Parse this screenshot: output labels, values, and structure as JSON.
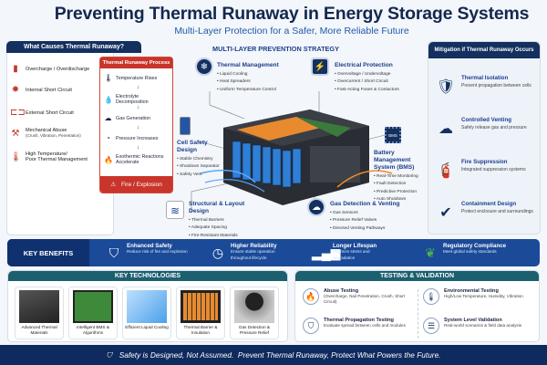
{
  "header": {
    "title": "Preventing Thermal Runaway in Energy Storage Systems",
    "subtitle": "Multi-Layer Protection for a Safer, More Reliable Future"
  },
  "causes": {
    "title": "What Causes Thermal Runaway?",
    "items": [
      {
        "label": "Overcharge / Overdischarge",
        "sub": "",
        "icon": "battery-bolt-icon"
      },
      {
        "label": "Internal Short Circuit",
        "sub": "",
        "icon": "burst-icon"
      },
      {
        "label": "External Short Circuit",
        "sub": "",
        "icon": "circuit-icon"
      },
      {
        "label": "Mechanical Abuse",
        "sub": "(Crush, Vibration, Penetration)",
        "icon": "hammer-icon"
      },
      {
        "label": "High Temperature/",
        "sub": "Poor Thermal Management",
        "icon": "thermometer-icon"
      }
    ]
  },
  "process": {
    "title": "Thermal Runaway Process",
    "steps": [
      "Temperature Rises",
      "Electrolyte Decomposition",
      "Gas Generation",
      "Pressure Increases",
      "Exothermic Reactions Accelerate"
    ],
    "final": "Fire / Explosion"
  },
  "strategy": {
    "title": "MULTI-LAYER PREVENTION STRATEGY",
    "thermal": {
      "title": "Thermal Management",
      "items": [
        "Liquid Cooling",
        "Heat Spreaders",
        "Uniform Temperature Control"
      ]
    },
    "electrical": {
      "title": "Electrical Protection",
      "items": [
        "Overvoltage / Undervoltage",
        "Overcurrent / Short Circuit",
        "Fast-Acting Fuses & Contactors"
      ]
    },
    "cell": {
      "title": "Cell Safety Design",
      "items": [
        "Stable Chemistry",
        "Shutdown Separator",
        "Safety Vent"
      ]
    },
    "bms": {
      "title": "Battery Management System (BMS)",
      "chip": "BMS",
      "items": [
        "Real-Time Monitoring",
        "Fault Detection",
        "Predictive Protection",
        "Auto Shutdown"
      ]
    },
    "structural": {
      "title": "Structural & Layout Design",
      "items": [
        "Thermal Barriers",
        "Adequate Spacing",
        "Fire-Resistant Materials"
      ]
    },
    "gas": {
      "title": "Gas Detection & Venting",
      "items": [
        "Gas Sensors",
        "Pressure Relief Valves",
        "Directed Venting Pathways"
      ]
    }
  },
  "mitigation": {
    "title": "Mitigation if Thermal Runaway Occurs",
    "items": [
      {
        "title": "Thermal Isolation",
        "desc": "Prevent propagation between cells"
      },
      {
        "title": "Controlled Venting",
        "desc": "Safely release gas and pressure"
      },
      {
        "title": "Fire Suppression",
        "desc": "Integrated suppression systems"
      },
      {
        "title": "Containment Design",
        "desc": "Protect enclosure and surroundings"
      }
    ]
  },
  "benefits": {
    "title": "KEY BENEFITS",
    "items": [
      {
        "title": "Enhanced Safety",
        "desc": "Reduce risk of fire and explosion"
      },
      {
        "title": "Higher Reliability",
        "desc": "Ensure stable operation throughout lifecycle"
      },
      {
        "title": "Longer Lifespan",
        "desc": "Minimize stress and degradation"
      },
      {
        "title": "Regulatory Compliance",
        "desc": "Meet global safety standards"
      }
    ]
  },
  "technologies": {
    "title": "KEY TECHNOLOGIES",
    "items": [
      "Advanced Thermal Materials",
      "Intelligent BMS & Algorithms",
      "Efficient Liquid Cooling",
      "Thermal Barrier & Insulation",
      "Gas Detection & Pressure Relief"
    ]
  },
  "testing": {
    "title": "TESTING & VALIDATION",
    "items": [
      {
        "title": "Abuse Testing",
        "desc": "(Overcharge, Nail Penetration, Crush, Short Circuit)"
      },
      {
        "title": "Environmental Testing",
        "desc": "High/Low Temperature, Humidity, Vibration"
      },
      {
        "title": "Thermal Propagation Testing",
        "desc": "Evaluate spread between cells and modules"
      },
      {
        "title": "System Level Validation",
        "desc": "Real-world scenarios & field data analysis"
      }
    ]
  },
  "footer": {
    "text": "Safety is Designed, Not Assumed.  Prevent Thermal Runaway, Protect What Powers the Future."
  },
  "colors": {
    "navy": "#13305f",
    "red": "#c9352a",
    "teal": "#1c5f6f",
    "blue": "#1a4a98"
  }
}
